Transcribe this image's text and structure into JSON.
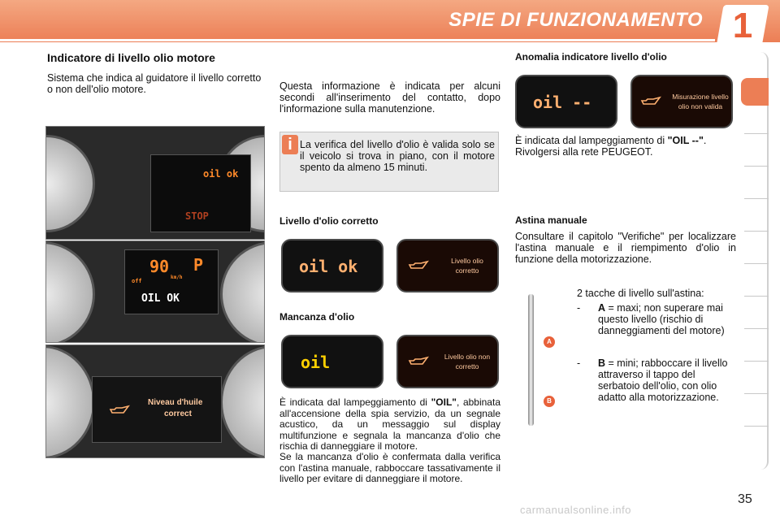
{
  "header": {
    "title": "SPIE DI FUNZIONAMENTO",
    "chapter": "1"
  },
  "left": {
    "title": "Indicatore di livello olio motore",
    "intro": "Sistema che indica al guidatore il livello corretto o non dell'olio motore.",
    "dash1": {
      "text": "oil ok",
      "stop": "STOP"
    },
    "dash2": {
      "speed": "90",
      "gear": "P",
      "unit": "km/h",
      "off": "off",
      "text": "OIL OK"
    },
    "dash3": {
      "line1": "Niveau d'huile",
      "line2": "correct"
    }
  },
  "middle": {
    "intro": "Questa informazione è indicata per alcuni secondi all'inserimento del contatto, dopo l'informazione sulla manutenzione.",
    "info": "La verifica del livello d'olio è valida solo se il veicolo si trova in piano, con il motore spento da almeno 15 minuti.",
    "correct": {
      "title": "Livello d'olio corretto",
      "lcd": "oil ok",
      "label1": "Livello olio",
      "label2": "corretto"
    },
    "lack": {
      "title": "Mancanza d'olio",
      "lcd": "oil",
      "label1": "Livello olio non",
      "label2": "corretto",
      "p1_pre": "È indicata dal lampeggiamento di ",
      "p1_bold": "\"OIL\"",
      "p1_post": ", abbinata all'accensione della spia servizio, da un segnale acustico, da un messaggio sul display multifunzione e segnala la mancanza d'olio che rischia di danneggiare il motore.",
      "p2": "Se la mancanza d'olio è confermata dalla verifica con l'astina manuale, rabboccare tassativamente il livello per evitare di danneggiare il motore."
    }
  },
  "right": {
    "anomaly": {
      "title": "Anomalia indicatore livello d'olio",
      "lcd": "oil --",
      "label1": "Misurazione livello",
      "label2": "olio non valida",
      "p_pre": "È indicata dal lampeggiamento di ",
      "p_bold": "\"OIL --\"",
      "p_post": ". Rivolgersi alla rete PEUGEOT."
    },
    "dipstick": {
      "title": "Astina manuale",
      "p": "Consultare il capitolo \"Verifiche\" per localizzare l'astina manuale e il riempimento d'olio in funzione della motorizzazione.",
      "notches": "2 tacche di livello sull'astina:",
      "a_key": "A",
      "a_text": "= maxi; non superare mai questo livello (rischio di danneggiamenti del motore)",
      "b_key": "B",
      "b_text": "= mini; rabboccare il livello attraverso il tappo del serbatoio dell'olio, con olio adatto alla motorizzazione.",
      "mark_a": "A",
      "mark_b": "B"
    }
  },
  "footer": {
    "page": "35",
    "watermark": "carmanualsonline.info"
  },
  "colors": {
    "accent": "#ec7e55",
    "lcd": "#ff8a2a"
  }
}
